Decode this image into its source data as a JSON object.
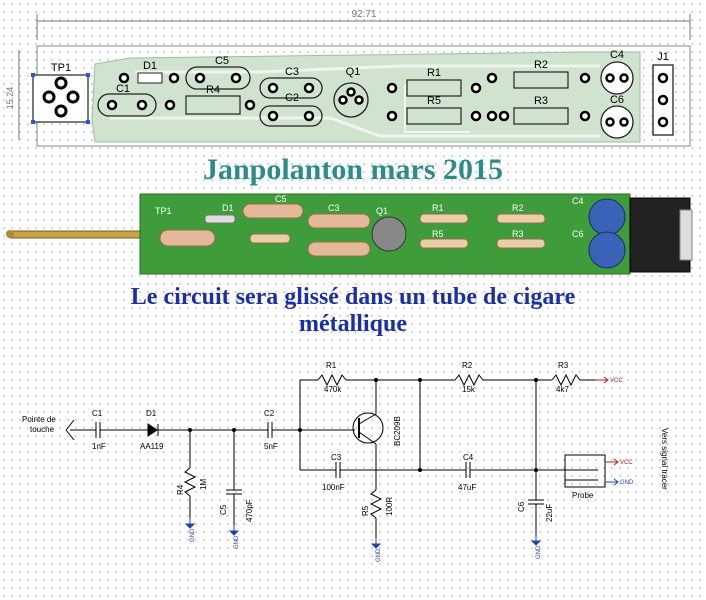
{
  "pcb_layout": {
    "width_dimension": "92.71",
    "height_dimension": "15.24",
    "labels": [
      "TP1",
      "D1",
      "C1",
      "C5",
      "R4",
      "C3",
      "C2",
      "Q1",
      "R1",
      "R5",
      "R2",
      "R3",
      "C4",
      "C6",
      "J1"
    ]
  },
  "title": "Janpolanton mars 2015",
  "photo": {
    "labels": [
      "TP1",
      "D1",
      "C5",
      "C3",
      "Q1",
      "R1",
      "R5",
      "R2",
      "R3",
      "C4",
      "C6"
    ]
  },
  "subtitle": {
    "line1": "Le circuit sera glissé dans un tube de cigare",
    "line2": "métallique"
  },
  "schematic": {
    "probe_tip": [
      "Pointe de",
      "touche"
    ],
    "C1": {
      "ref": "C1",
      "value": "1nF"
    },
    "D1": {
      "ref": "D1",
      "value": "AA119"
    },
    "C2": {
      "ref": "C2",
      "value": "5nF"
    },
    "R4": {
      "ref": "R4",
      "value": "1M"
    },
    "C5": {
      "ref": "C5",
      "value": "470pF"
    },
    "R1": {
      "ref": "R1",
      "value": "470k"
    },
    "Q1": {
      "value": "BC209B"
    },
    "C3": {
      "ref": "C3",
      "value": "100nF"
    },
    "R5": {
      "ref": "R5",
      "value": "100R"
    },
    "R2": {
      "ref": "R2",
      "value": "15k"
    },
    "R3": {
      "ref": "R3",
      "value": "4k7"
    },
    "C4": {
      "ref": "C4",
      "value": "47uF"
    },
    "C6": {
      "ref": "C6",
      "value": "22uF"
    },
    "gnd": "GND",
    "vcc": "VCC",
    "probe_box": "Probe",
    "side_note": "Vers signal tracer"
  },
  "colors": {
    "title": "#2e8b8b",
    "subtitle": "#1a2fa8",
    "pcb_green": "#3f9c3b",
    "wire_red": "#b22222",
    "net_blue": "#2244aa"
  }
}
